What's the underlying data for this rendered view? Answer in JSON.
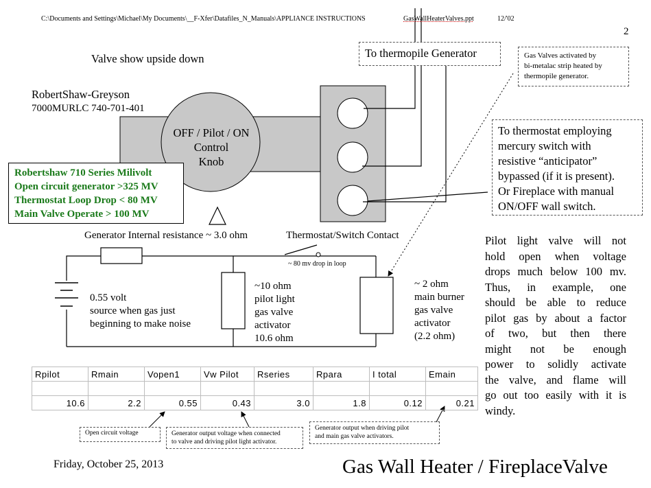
{
  "header": {
    "path": "C:\\Documents and Settings\\Michael\\My Documents\\__F-Xfer\\Datafiles_N_Manuals\\APPLIANCE INSTRUCTIONS",
    "file": "GasWallHeaterValves.ppt",
    "date": "12/'02",
    "page_number": "2"
  },
  "notes": {
    "upside_down": "Valve show upside down",
    "brand": "RobertShaw-Greyson",
    "model": "7000MURLC 740-701-401",
    "knob": [
      "OFF / Pilot / ON",
      "Control",
      "Knob"
    ]
  },
  "spec_box": [
    "Robertshaw 710 Series Milivolt",
    "Open circuit generator >325 MV",
    "Thermostat Loop Drop < 80 MV",
    "Main Valve Operate > 100 MV"
  ],
  "callouts": {
    "thermopile": "To thermopile Generator",
    "gas_valves": [
      "Gas Valves activated by",
      "bi-metalac strip heated by",
      "thermopile generator."
    ],
    "thermostat": [
      "To thermostat employing",
      "mercury switch with",
      "resistive “anticipator”",
      "bypassed (if it is present).",
      "Or Fireplace with manual",
      "ON/OFF wall switch."
    ]
  },
  "circuit": {
    "gen_resistance": "Generator Internal resistance ~ 3.0 ohm",
    "switch_contact": "Thermostat/Switch Contact",
    "drop": "~ 80 mv drop in loop",
    "source": [
      "0.55 volt",
      "source when gas just",
      "beginning to make noise"
    ],
    "pilot": [
      "~10 ohm",
      "pilot light",
      "gas valve",
      "activator",
      "10.6 ohm"
    ],
    "main": [
      "~ 2  ohm",
      "main burner",
      "gas valve",
      "activator",
      "(2.2 ohm)"
    ]
  },
  "pilot_note": [
    "Pilot light valve will not",
    "hold open when voltage",
    "drops much below 100 mv.",
    "Thus, in example, one",
    "should be able to reduce",
    "pilot gas by about a factor",
    "of two, but then there",
    "might not be enough",
    "power to solidly activate",
    "the valve, and flame will",
    "go out too easily with it is",
    "windy."
  ],
  "table": {
    "headers": [
      "Rpilot",
      "Rmain",
      "Vopen1",
      "Vw Pilot",
      "Rseries",
      "Rpara",
      "I total",
      "Emain"
    ],
    "values": [
      "10.6",
      "2.2",
      "0.55",
      "0.43",
      "3.0",
      "1.8",
      "0.12",
      "0.21"
    ]
  },
  "table_notes": {
    "open_circuit": "Open circuit voltage",
    "pilot_drive": [
      "Generator output voltage when connected",
      "to valve and driving pilot light activator."
    ],
    "both_drive": [
      "Generator output when driving pilot",
      "and main gas valve activators."
    ]
  },
  "footer": {
    "date": "Friday, October 25, 2013",
    "title": "Gas Wall Heater / FireplaceValve"
  }
}
